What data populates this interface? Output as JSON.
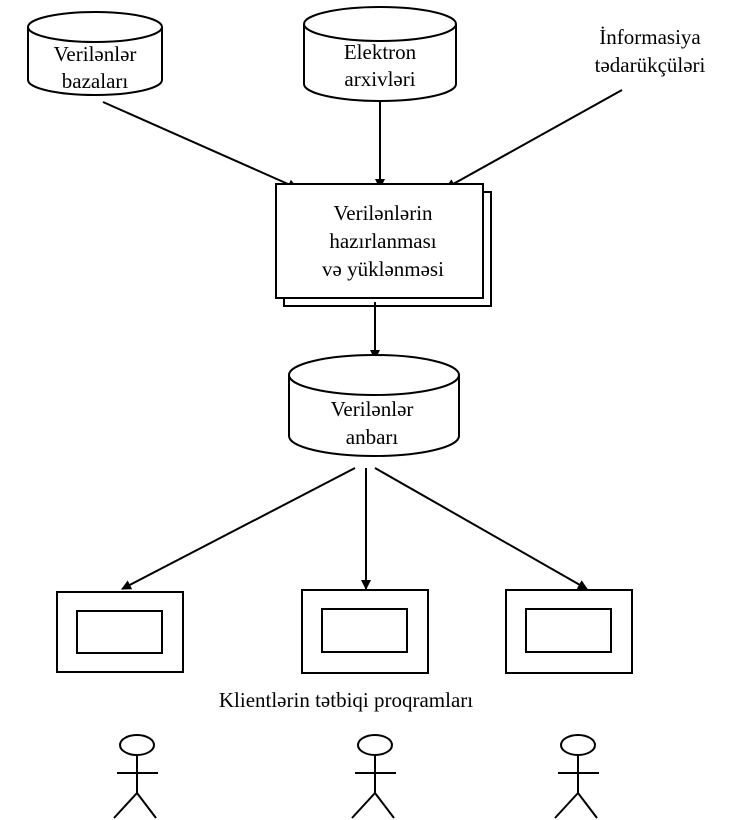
{
  "sources": {
    "databases": {
      "line1": "Verilənlər",
      "line2": "bazaları"
    },
    "archives": {
      "line1": "Elektron",
      "line2": "arxivləri"
    },
    "providers": {
      "line1": "İnformasiya",
      "line2": "tədarükçüləri"
    }
  },
  "process": {
    "line1": "Verilənlərin",
    "line2": "hazırlanması",
    "line3": "və yüklənməsi"
  },
  "warehouse": {
    "line1": "Verilənlər",
    "line2": "anbarı"
  },
  "clients": {
    "caption": "Klientlərin tətbiqi proqramları",
    "count": 3,
    "users": 3
  }
}
